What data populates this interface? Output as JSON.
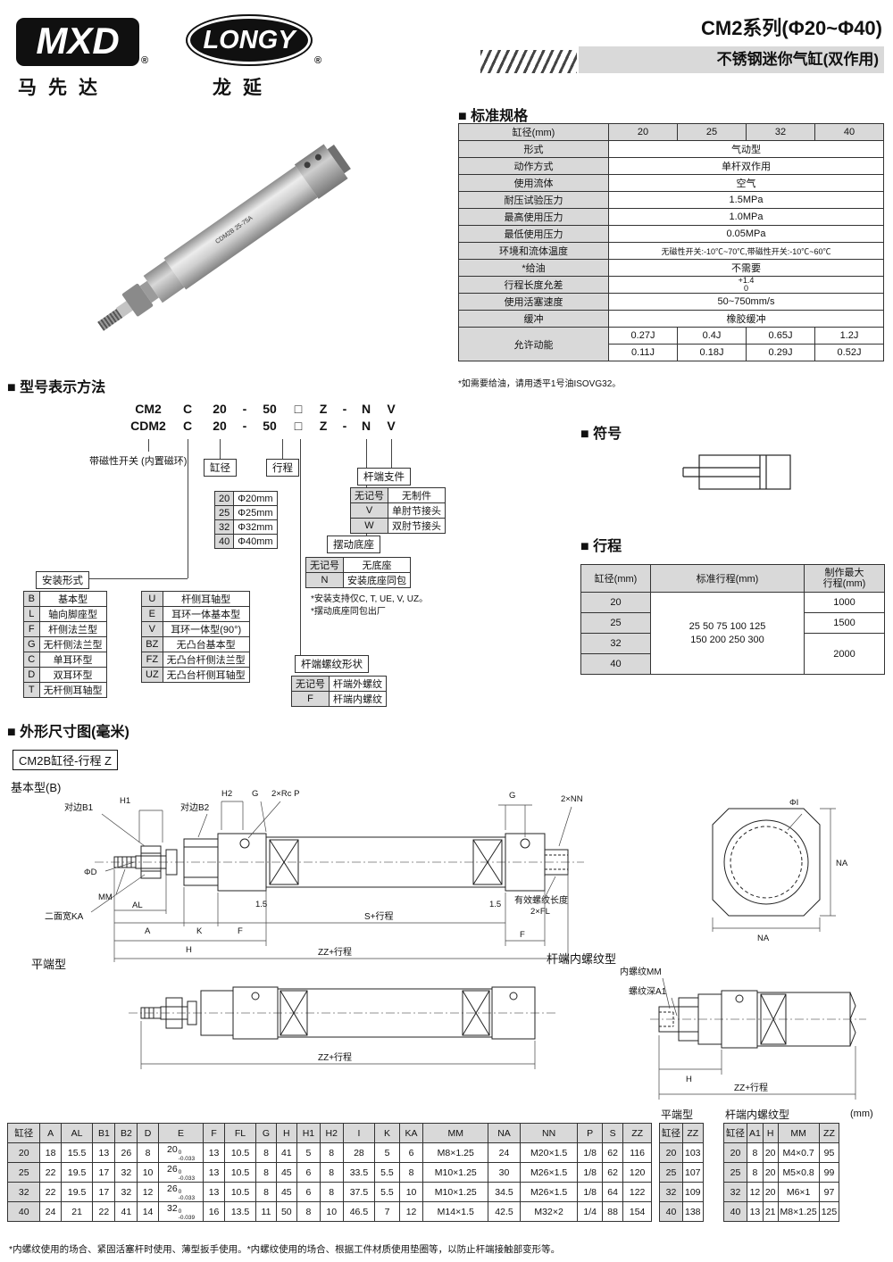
{
  "header": {
    "mxd": "MXD",
    "mxd_reg": "®",
    "mxd_cn": "马先达",
    "longy": "LONGY",
    "longy_reg": "®",
    "longy_cn": "龙延",
    "title": "CM2系列(Φ20~Φ40)",
    "subtitle": "不锈钢迷你气缸(双作用)"
  },
  "photo": {
    "marking": "CDM2B 25-75A"
  },
  "specs": {
    "heading": "■ 标准规格",
    "header_row": [
      "缸径(mm)",
      "20",
      "25",
      "32",
      "40"
    ],
    "rows": [
      [
        "形式",
        "气动型"
      ],
      [
        "动作方式",
        "单杆双作用"
      ],
      [
        "使用流体",
        "空气"
      ],
      [
        "耐压试验压力",
        "1.5MPa"
      ],
      [
        "最高使用压力",
        "1.0MPa"
      ],
      [
        "最低使用压力",
        "0.05MPa"
      ],
      [
        "环境和流体温度",
        "无磁性开关:-10℃~70℃,带磁性开关:-10℃~60℃"
      ],
      [
        "*给油",
        "不需要"
      ],
      [
        "行程长度允差",
        "+1.4\n0"
      ],
      [
        "使用活塞速度",
        "50~750mm/s"
      ],
      [
        "缓冲",
        "橡胶缓冲"
      ]
    ],
    "energy_label": "允许动能",
    "energy_rows": [
      [
        "0.27J",
        "0.4J",
        "0.65J",
        "1.2J"
      ],
      [
        "0.11J",
        "0.18J",
        "0.29J",
        "0.52J"
      ]
    ],
    "footnote": "*如需要给油，请用透平1号油ISOVG32。"
  },
  "model": {
    "heading": "■ 型号表示方法",
    "code_row1": [
      "CM2",
      "C",
      "20",
      "-",
      "50",
      "□",
      "Z",
      "-",
      "N",
      "V"
    ],
    "code_row2": [
      "CDM2",
      "C",
      "20",
      "-",
      "50",
      "□",
      "Z",
      "-",
      "N",
      "V"
    ],
    "magnet_note": "带磁性开关\n(内置磁环)",
    "bore_tag": "缸径",
    "stroke_tag": "行程",
    "bores": [
      [
        "20",
        "Φ20mm"
      ],
      [
        "25",
        "Φ25mm"
      ],
      [
        "32",
        "Φ32mm"
      ],
      [
        "40",
        "Φ40mm"
      ]
    ],
    "rod_end_tag": "杆端支件",
    "rod_end_rows": [
      [
        "无记号",
        "无制件"
      ],
      [
        "V",
        "单肘节接头"
      ],
      [
        "W",
        "双肘节接头"
      ]
    ],
    "base_tag": "摆动底座",
    "base_rows": [
      [
        "无记号",
        "无底座"
      ],
      [
        "N",
        "安装底座同包"
      ]
    ],
    "base_note1": "*安装支持仅C, T, UE, V, UZ。",
    "base_note2": "*摆动底座同包出厂",
    "mount_tag": "安装形式",
    "mount_left": [
      [
        "B",
        "基本型"
      ],
      [
        "L",
        "轴向脚座型"
      ],
      [
        "F",
        "杆侧法兰型"
      ],
      [
        "G",
        "无杆侧法兰型"
      ],
      [
        "C",
        "单耳环型"
      ],
      [
        "D",
        "双耳环型"
      ],
      [
        "T",
        "无杆侧耳轴型"
      ]
    ],
    "mount_right": [
      [
        "U",
        "杆侧耳轴型"
      ],
      [
        "E",
        "耳环一体基本型"
      ],
      [
        "V",
        "耳环一体型(90°)"
      ],
      [
        "BZ",
        "无凸台基本型"
      ],
      [
        "FZ",
        "无凸台杆侧法兰型"
      ],
      [
        "UZ",
        "无凸台杆侧耳轴型"
      ]
    ],
    "thread_tag": "杆端螺纹形状",
    "thread_rows": [
      [
        "无记号",
        "杆端外螺纹"
      ],
      [
        "F",
        "杆端内螺纹"
      ]
    ]
  },
  "symbol": {
    "heading": "■ 符号"
  },
  "stroke": {
    "heading": "■ 行程",
    "col_headers": [
      "缸径(mm)",
      "标准行程(mm)",
      "制作最大\n行程(mm)"
    ],
    "bores": [
      "20",
      "25",
      "32",
      "40"
    ],
    "standard": "25 50 75 100 125\n150 200 250 300",
    "max": [
      "1000",
      "1500",
      "2000"
    ]
  },
  "dims": {
    "heading": "■ 外形尺寸图(毫米)",
    "model_box": "CM2B缸径-行程 Z",
    "basic_label": "基本型(B)",
    "flat_label": "平端型",
    "female_label": "杆端内螺纹型",
    "labels": {
      "side_b1": "对边B1",
      "h1": "H1",
      "side_b2": "对边B2",
      "h2": "H2",
      "g": "G",
      "rc_p": "2×Rc P",
      "phi_d": "ΦD",
      "mm": "MM",
      "ka": "二面宽KA",
      "al": "AL",
      "a": "A",
      "k": "K",
      "f": "F",
      "h": "H",
      "n15": "1.5",
      "s_stroke": "S+行程",
      "zz_stroke": "ZZ+行程",
      "nn": "2×NN",
      "fl_text": "有效螺纹长度",
      "fl_val": "2×FL",
      "na": "NA",
      "phi_i": "ΦI",
      "mm_int": "内螺纹MM",
      "a1_depth": "螺纹深A1"
    }
  },
  "dim_table": {
    "headers": [
      "缸径",
      "A",
      "AL",
      "B1",
      "B2",
      "D",
      "E",
      "F",
      "FL",
      "G",
      "H",
      "H1",
      "H2",
      "I",
      "K",
      "KA",
      "MM",
      "NA",
      "NN",
      "P",
      "S",
      "ZZ"
    ],
    "rows": [
      [
        "20",
        "18",
        "15.5",
        "13",
        "26",
        "8",
        "20|0|-0.033",
        "13",
        "10.5",
        "8",
        "41",
        "5",
        "8",
        "28",
        "5",
        "6",
        "M8×1.25",
        "24",
        "M20×1.5",
        "1/8",
        "62",
        "116"
      ],
      [
        "25",
        "22",
        "19.5",
        "17",
        "32",
        "10",
        "26|0|-0.033",
        "13",
        "10.5",
        "8",
        "45",
        "6",
        "8",
        "33.5",
        "5.5",
        "8",
        "M10×1.25",
        "30",
        "M26×1.5",
        "1/8",
        "62",
        "120"
      ],
      [
        "32",
        "22",
        "19.5",
        "17",
        "32",
        "12",
        "26|0|-0.033",
        "13",
        "10.5",
        "8",
        "45",
        "6",
        "8",
        "37.5",
        "5.5",
        "10",
        "M10×1.25",
        "34.5",
        "M26×1.5",
        "1/8",
        "64",
        "122"
      ],
      [
        "40",
        "24",
        "21",
        "22",
        "41",
        "14",
        "32|0|-0.039",
        "16",
        "13.5",
        "11",
        "50",
        "8",
        "10",
        "46.5",
        "7",
        "12",
        "M14×1.5",
        "42.5",
        "M32×2",
        "1/4",
        "88",
        "154"
      ]
    ]
  },
  "flat_table": {
    "title": "平端型",
    "headers": [
      "缸径",
      "ZZ"
    ],
    "rows": [
      [
        "20",
        "103"
      ],
      [
        "25",
        "107"
      ],
      [
        "32",
        "109"
      ],
      [
        "40",
        "138"
      ]
    ]
  },
  "female_table": {
    "title": "杆端内螺纹型",
    "unit": "(mm)",
    "headers": [
      "缸径",
      "A1",
      "H",
      "MM",
      "ZZ"
    ],
    "rows": [
      [
        "20",
        "8",
        "20",
        "M4×0.7",
        "95"
      ],
      [
        "25",
        "8",
        "20",
        "M5×0.8",
        "99"
      ],
      [
        "32",
        "12",
        "20",
        "M6×1",
        "97"
      ],
      [
        "40",
        "13",
        "21",
        "M8×1.25",
        "125"
      ]
    ]
  },
  "footer_note": "*内螺纹使用的场合、紧固活塞杆时使用、薄型扳手使用。*内螺纹使用的场合、根据工件材质使用垫圈等，以防止杆端接触部变形等。"
}
